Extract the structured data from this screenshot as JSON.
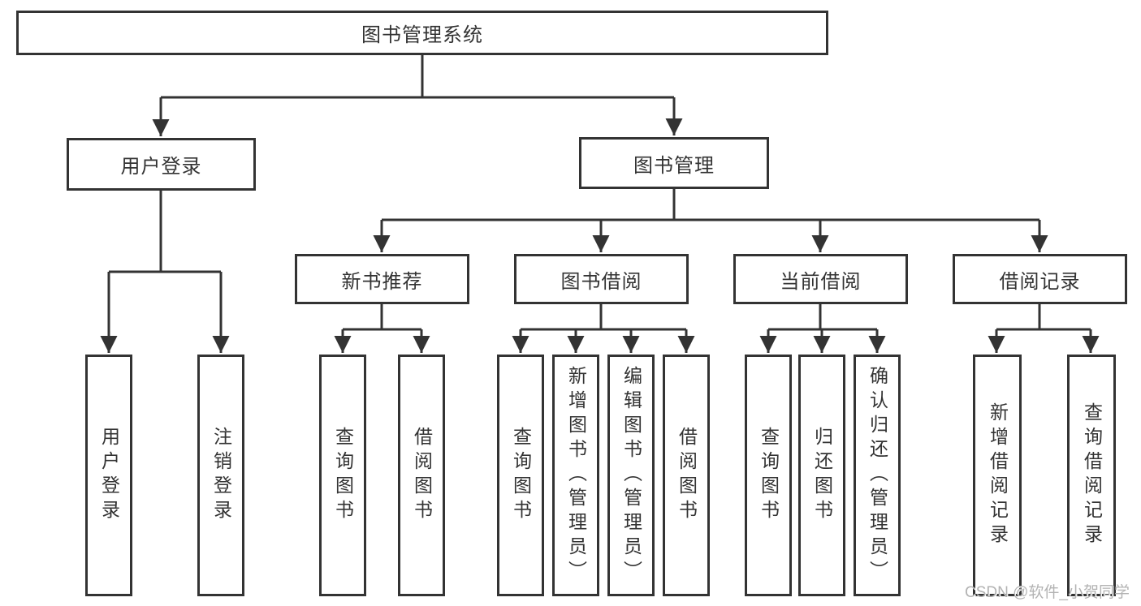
{
  "colors": {
    "line": "#333333",
    "box_border": "#333333",
    "box_fill": "#ffffff",
    "text": "#333333",
    "watermark": "#b3b3b3"
  },
  "tree": {
    "root": {
      "label": "图书管理系统"
    },
    "branches": [
      {
        "label": "用户登录",
        "children": [
          {
            "label": "用户登录"
          },
          {
            "label": "注销登录"
          }
        ]
      },
      {
        "label": "图书管理",
        "children": [
          {
            "label": "新书推荐",
            "children": [
              {
                "label": "查询图书"
              },
              {
                "label": "借阅图书"
              }
            ]
          },
          {
            "label": "图书借阅",
            "children": [
              {
                "label": "查询图书"
              },
              {
                "label": "新增图书（管理员）"
              },
              {
                "label": "编辑图书（管理员）"
              },
              {
                "label": "借阅图书"
              }
            ]
          },
          {
            "label": "当前借阅",
            "children": [
              {
                "label": "查询图书"
              },
              {
                "label": "归还图书"
              },
              {
                "label": "确认归还（管理员）"
              }
            ]
          },
          {
            "label": "借阅记录",
            "children": [
              {
                "label": "新增借阅记录"
              },
              {
                "label": "查询借阅记录"
              }
            ]
          }
        ]
      }
    ]
  },
  "watermark": {
    "text": "CSDN @软件_小贺同学"
  }
}
